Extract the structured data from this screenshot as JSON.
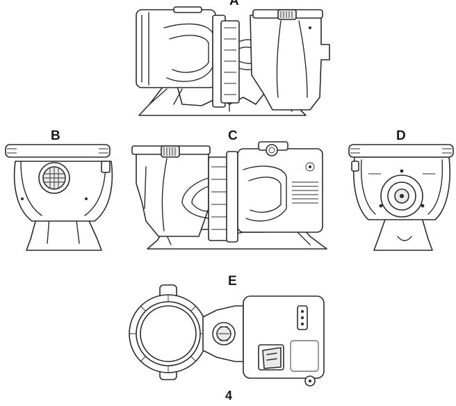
{
  "views": [
    {
      "letter": "A"
    },
    {
      "letter": "B"
    },
    {
      "letter": "C"
    },
    {
      "letter": "D"
    },
    {
      "letter": "E"
    }
  ],
  "page_number": "4"
}
